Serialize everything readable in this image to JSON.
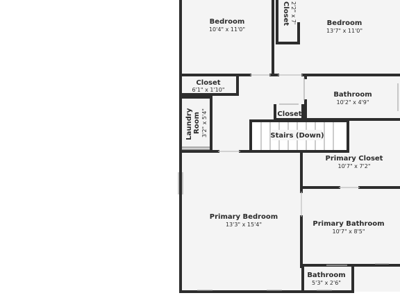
{
  "floor_plan": {
    "rooms": [
      {
        "id": "bedroom-1",
        "name": "Bedroom",
        "dims": "10'4\" x 11'0\""
      },
      {
        "id": "bedroom-2",
        "name": "Bedroom",
        "dims": "13'7\" x 11'0\""
      },
      {
        "id": "closet-vertical",
        "name": "Closet",
        "dims": "2'2\" x 7'"
      },
      {
        "id": "closet-hall",
        "name": "Closet",
        "dims": "6'1\" x 1'10\""
      },
      {
        "id": "bathroom-1",
        "name": "Bathroom",
        "dims": "10'2\" x 4'9\""
      },
      {
        "id": "closet-small",
        "name": "Closet",
        "dims": ""
      },
      {
        "id": "laundry-room",
        "name": "Laundry Room",
        "dims": "3'2\" x 5'4\""
      },
      {
        "id": "stairs",
        "name": "Stairs (Down)",
        "dims": ""
      },
      {
        "id": "primary-closet",
        "name": "Primary Closet",
        "dims": "10'7\" x 7'2\""
      },
      {
        "id": "primary-bedroom",
        "name": "Primary Bedroom",
        "dims": "13'3\" x 15'4\""
      },
      {
        "id": "primary-bathroom",
        "name": "Primary Bathroom",
        "dims": "10'7\" x 8'5\""
      },
      {
        "id": "bathroom-2",
        "name": "Bathroom",
        "dims": "5'3\" x 2'6\""
      }
    ]
  }
}
